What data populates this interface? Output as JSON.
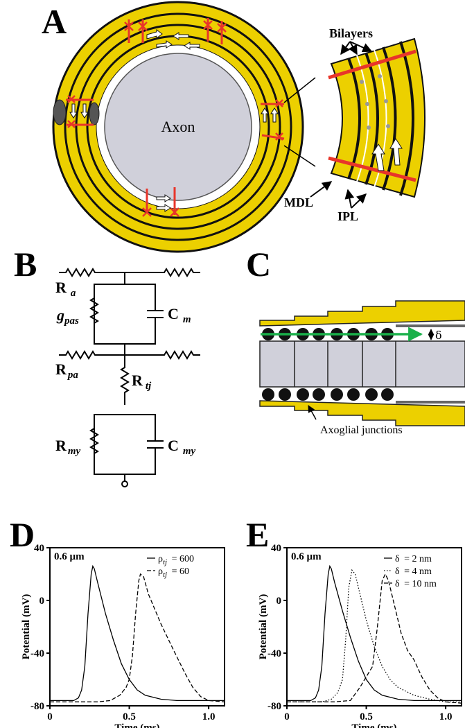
{
  "panels": {
    "a": "A",
    "b": "B",
    "c": "C",
    "d": "D",
    "e": "E"
  },
  "panel_a": {
    "axon": "Axon",
    "bilayers": "Bilayers",
    "mdl": "MDL",
    "ipl": "IPL"
  },
  "panel_b": {
    "ra": "R",
    "ra_sub": "a",
    "gpas": "g",
    "gpas_sub": "pas",
    "cm": "C",
    "cm_sub": "m",
    "rpa": "R",
    "rpa_sub": "pa",
    "rtj": "R",
    "rtj_sub": "tj",
    "rmy": "R",
    "rmy_sub": "my",
    "cmy": "C",
    "cmy_sub": "my"
  },
  "panel_c": {
    "delta": "δ",
    "junctions": "Axoglial junctions"
  },
  "colors": {
    "myelin": "#ecd000",
    "axon": "#d0d0da",
    "arrow_red": "#e8352a",
    "flow_green": "#1ab04a"
  },
  "chart_data": [
    {
      "type": "line",
      "annotation": "0.6 µm",
      "xlabel": "Time (ms)",
      "ylabel": "Potential (mV)",
      "xlim": [
        0,
        1.1
      ],
      "ylim": [
        -80,
        40
      ],
      "xticks": [
        "0",
        "0.5",
        "1.0"
      ],
      "yticks": [
        "40",
        "0",
        "-40",
        "-80"
      ],
      "legend_position": "top-right",
      "series": [
        {
          "name_prefix": "ρ",
          "name_sub": "tj",
          "name_value": "= 600",
          "dash": "solid",
          "x": [
            0,
            0.15,
            0.18,
            0.2,
            0.22,
            0.24,
            0.26,
            0.27,
            0.28,
            0.3,
            0.35,
            0.4,
            0.45,
            0.5,
            0.55,
            0.6,
            0.7,
            0.8,
            1.0,
            1.1
          ],
          "y": [
            -76,
            -76,
            -74,
            -68,
            -50,
            -10,
            20,
            26,
            24,
            14,
            -10,
            -30,
            -48,
            -60,
            -68,
            -72,
            -75,
            -76,
            -76,
            -76
          ]
        },
        {
          "name_prefix": "ρ",
          "name_sub": "tj",
          "name_value": "= 60",
          "dash": "dash",
          "x": [
            0,
            0.3,
            0.38,
            0.44,
            0.48,
            0.5,
            0.52,
            0.54,
            0.56,
            0.57,
            0.59,
            0.62,
            0.7,
            0.78,
            0.85,
            0.9,
            0.95,
            1.0,
            1.1
          ],
          "y": [
            -77,
            -77,
            -76,
            -72,
            -66,
            -60,
            -42,
            -10,
            15,
            20,
            18,
            5,
            -18,
            -38,
            -55,
            -66,
            -73,
            -76,
            -77
          ]
        }
      ]
    },
    {
      "type": "line",
      "annotation": "0.6 µm",
      "xlabel": "Time (ms)",
      "ylabel": "Potential (mV)",
      "xlim": [
        0,
        1.1
      ],
      "ylim": [
        -80,
        40
      ],
      "xticks": [
        "0",
        "0.5",
        "1.0"
      ],
      "yticks": [
        "40",
        "0",
        "-40",
        "-80"
      ],
      "legend_position": "top-right",
      "series": [
        {
          "name_prefix": "δ",
          "name_value": "= 2 nm",
          "dash": "solid",
          "x": [
            0,
            0.15,
            0.18,
            0.2,
            0.22,
            0.24,
            0.26,
            0.27,
            0.28,
            0.3,
            0.35,
            0.4,
            0.45,
            0.5,
            0.55,
            0.6,
            0.7,
            0.8,
            1.0,
            1.1
          ],
          "y": [
            -76,
            -76,
            -74,
            -68,
            -50,
            -10,
            20,
            26,
            24,
            14,
            -8,
            -28,
            -46,
            -60,
            -68,
            -72,
            -75,
            -76,
            -76,
            -76
          ]
        },
        {
          "name_prefix": "δ",
          "name_value": "= 4 nm",
          "dash": "dot",
          "x": [
            0,
            0.22,
            0.28,
            0.32,
            0.35,
            0.37,
            0.39,
            0.41,
            0.43,
            0.46,
            0.5,
            0.55,
            0.6,
            0.65,
            0.7,
            0.8,
            0.9,
            1.0,
            1.1
          ],
          "y": [
            -77,
            -77,
            -75,
            -70,
            -60,
            -30,
            10,
            23,
            20,
            5,
            -15,
            -35,
            -50,
            -60,
            -66,
            -72,
            -75,
            -77,
            -77
          ]
        },
        {
          "name_prefix": "δ",
          "name_value": "= 10 nm",
          "dash": "dash",
          "x": [
            0,
            0.3,
            0.4,
            0.46,
            0.5,
            0.54,
            0.57,
            0.6,
            0.62,
            0.64,
            0.68,
            0.72,
            0.76,
            0.8,
            0.85,
            0.9,
            0.95,
            1.0,
            1.1
          ],
          "y": [
            -77,
            -77,
            -76,
            -66,
            -58,
            -50,
            -20,
            15,
            20,
            15,
            -5,
            -25,
            -38,
            -45,
            -58,
            -68,
            -74,
            -77,
            -78
          ]
        }
      ]
    }
  ]
}
